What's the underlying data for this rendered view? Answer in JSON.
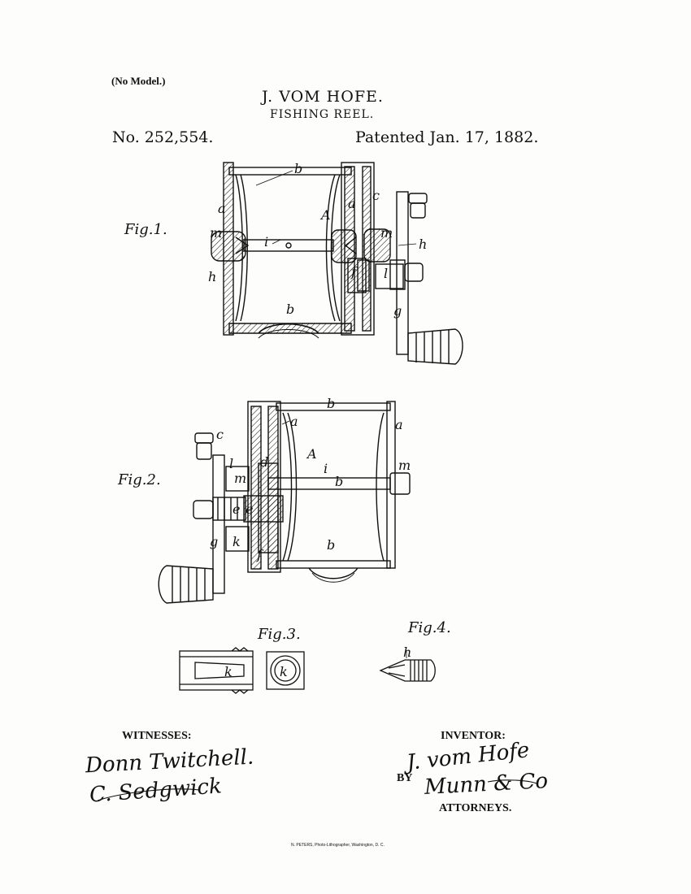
{
  "header": {
    "no_model": "(No Model.)",
    "inventor_name": "J. VOM HOFE.",
    "title": "FISHING REEL.",
    "patent_number": "No. 252,554.",
    "patent_date": "Patented Jan. 17, 1882."
  },
  "figures": {
    "fig1": "Fig.1.",
    "fig2": "Fig.2.",
    "fig3": "Fig.3.",
    "fig4": "Fig.4."
  },
  "part_letters": {
    "a": "a",
    "b": "b",
    "c": "c",
    "d": "d",
    "e": "e",
    "f": "f",
    "g": "g",
    "h": "h",
    "i": "i",
    "k": "k",
    "l": "l",
    "m": "m",
    "A": "A"
  },
  "signatures": {
    "witnesses_label": "WITNESSES:",
    "witness_1": "Donn Twitchell.",
    "witness_2": "C. Sedgwick",
    "inventor_label": "INVENTOR:",
    "inventor_signature": "J. vom Hofe",
    "by_label": "BY",
    "attorney_signature": "Munn & Co",
    "attorneys_label": "ATTORNEYS."
  },
  "footer": {
    "printer": "N. PETERS, Photo-Lithographer, Washington, D. C."
  }
}
